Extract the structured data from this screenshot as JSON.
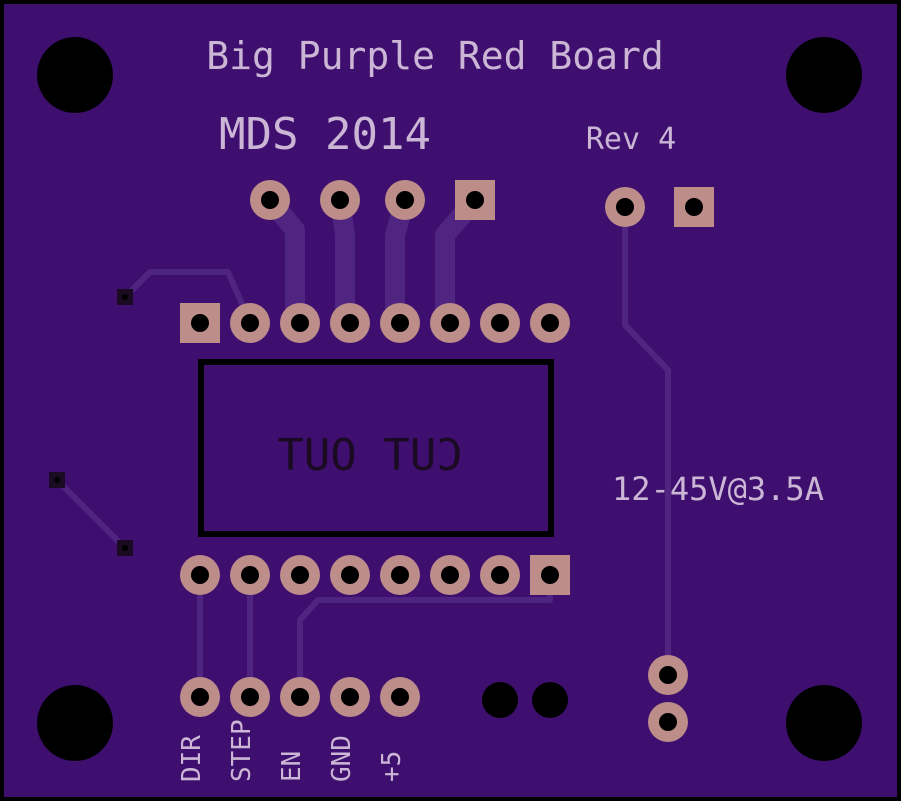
{
  "board": {
    "title": "Big Purple Red Board",
    "subtitle": "MDS 2014",
    "revision": "Rev 4",
    "voltage": "12-45V@3.5A",
    "cut_label": "CUT OUT",
    "pin_labels": [
      "DIR",
      "STEP",
      "EN",
      "GND",
      "+5"
    ]
  },
  "colors": {
    "board": "#3e0f6e",
    "trace": "#4f2581",
    "pad": "#bd8d8a",
    "hole": "#000000",
    "silkscreen": "#cbb6d6",
    "outline": "#000000"
  }
}
